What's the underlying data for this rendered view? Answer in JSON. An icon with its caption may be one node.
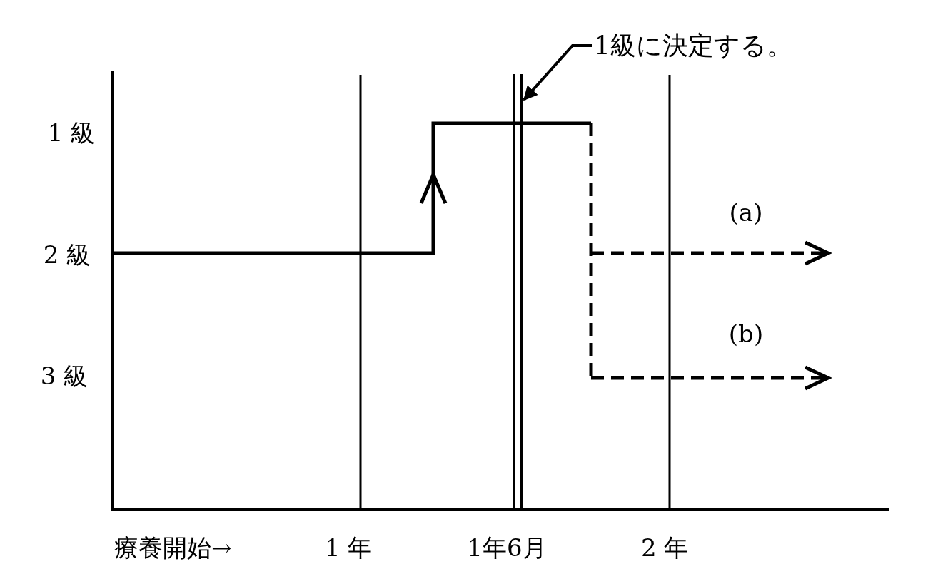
{
  "diagram": {
    "nodes": [
      {
        "text": [
          "1級に決定する。"
        ]
      },
      {
        "text": [],
        "shape": "bar"
      }
    ],
    "edges": [
      {
        "from": 0,
        "to": 1,
        "arrow": "to"
      }
    ],
    "labels": [
      "1 級",
      "2 級",
      "3 級",
      "療養開始→",
      "1 年",
      "1年6月",
      "2 年",
      "(a)",
      "(b)"
    ]
  }
}
